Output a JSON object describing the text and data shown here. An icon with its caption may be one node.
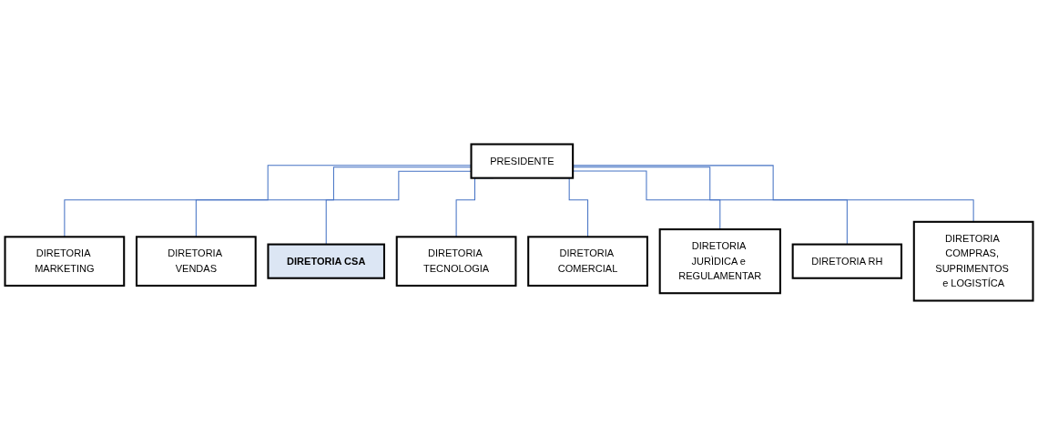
{
  "diagram": {
    "nodes": [
      {
        "text": [
          "PRESIDENTE"
        ]
      },
      {
        "text": [
          "DIRETORIA MARKETING"
        ]
      },
      {
        "text": [
          "DIRETORIA VENDAS"
        ]
      },
      {
        "text": [
          "DIRETORIA CSA"
        ]
      },
      {
        "text": [
          "DIRETORIA TECNOLOGIA"
        ]
      },
      {
        "text": [
          "DIRETORIA COMERCIAL"
        ]
      },
      {
        "text": [
          "DIRETORIA JURÌDICA e REGULAMENTAR"
        ]
      },
      {
        "text": [
          "DIRETORIA RH"
        ]
      },
      {
        "text": [
          "DIRETORIA COMPRAS, SUPRIMENTOS e LOGISTÍCA"
        ]
      }
    ],
    "edges": [
      {
        "from": 0,
        "to": 1,
        "arrow": "none"
      },
      {
        "from": 0,
        "to": 2,
        "arrow": "none"
      },
      {
        "from": 0,
        "to": 3,
        "arrow": "none"
      },
      {
        "from": 0,
        "to": 4,
        "arrow": "none"
      },
      {
        "from": 0,
        "to": 5,
        "arrow": "none"
      },
      {
        "from": 0,
        "to": 6,
        "arrow": "none"
      },
      {
        "from": 0,
        "to": 7,
        "arrow": "none"
      },
      {
        "from": 0,
        "to": 8,
        "arrow": "none"
      }
    ]
  }
}
